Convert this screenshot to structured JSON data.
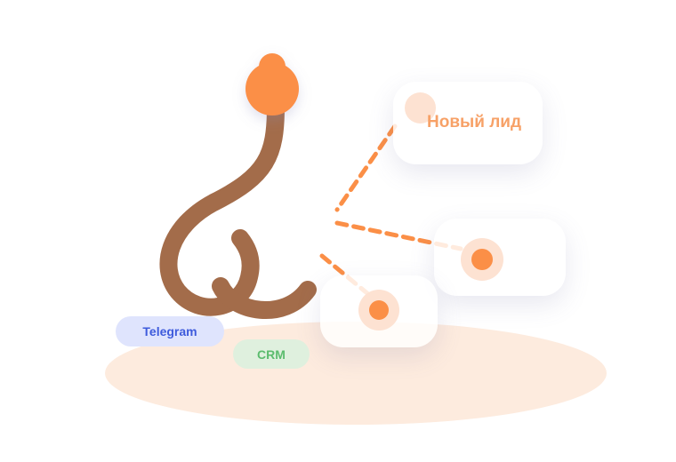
{
  "lead_card": {
    "label": "Новый лид"
  },
  "channels": {
    "telegram": "Telegram",
    "crm": "CRM"
  },
  "colors": {
    "accent_orange": "#fb8f47",
    "hook_brown": "#a36c4a",
    "soft_peach": "#fde2d2",
    "ground": "#fdebde",
    "telegram_bg": "#dfe4fd",
    "telegram_text": "#3e5bdc",
    "crm_bg": "#dff0de",
    "crm_text": "#5cbc6e"
  },
  "icons": {
    "hook": "fishing-hook-icon",
    "bobber": "bobber-icon"
  }
}
